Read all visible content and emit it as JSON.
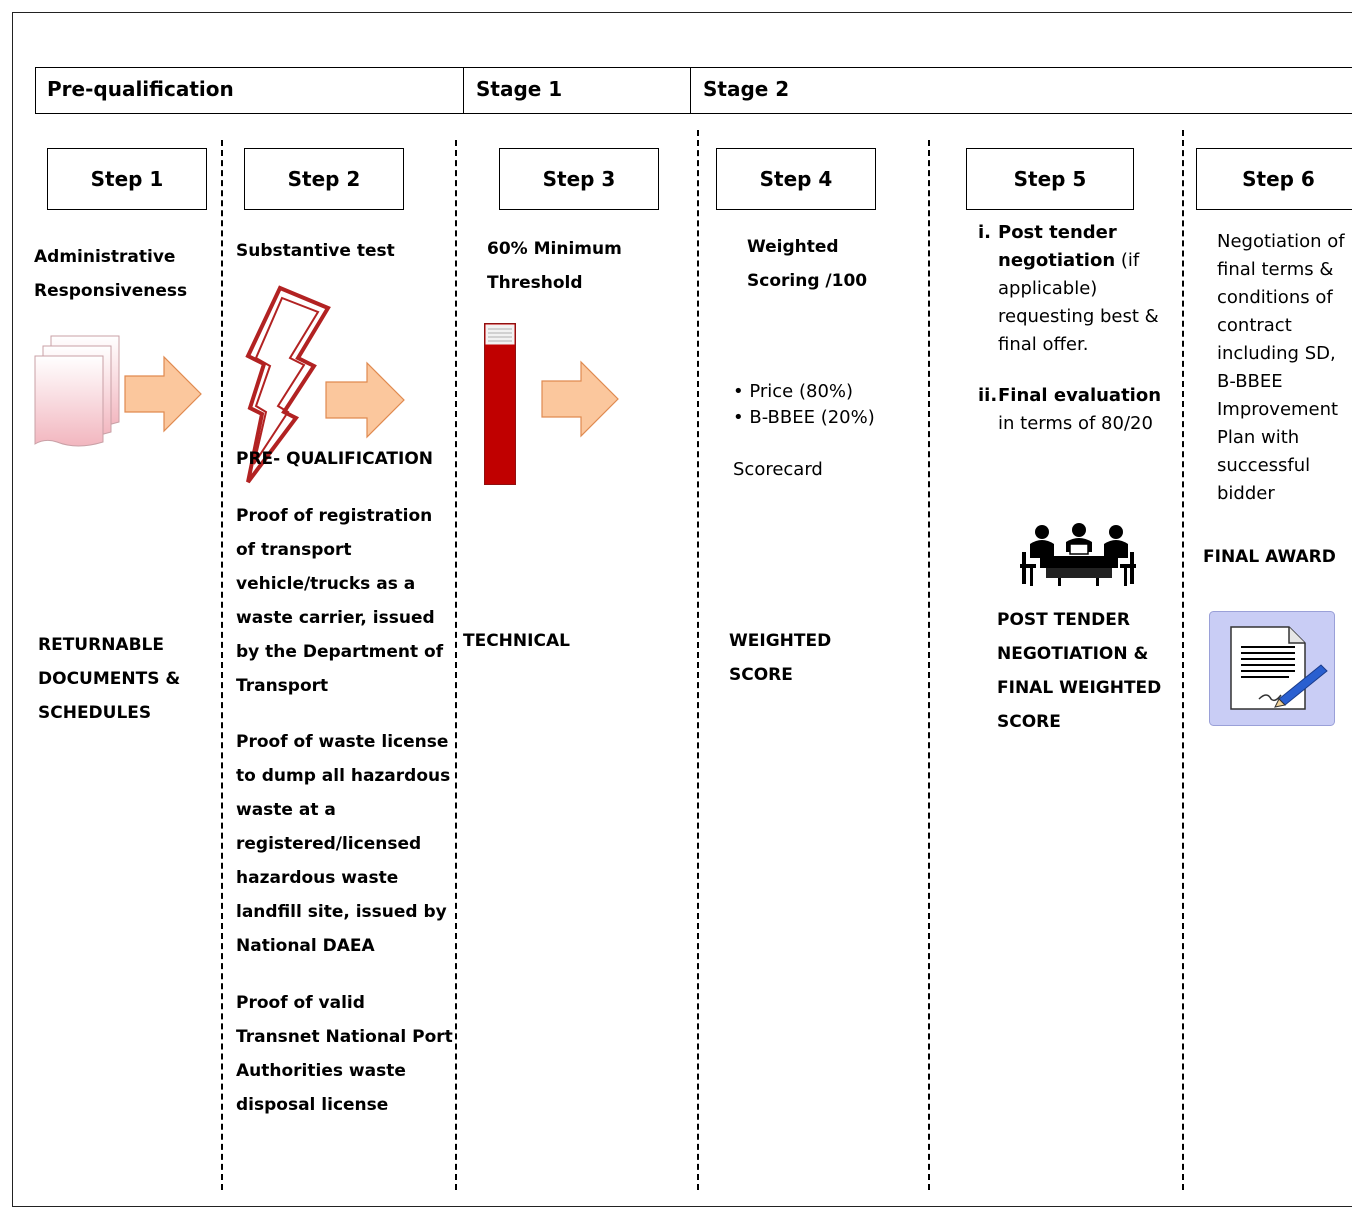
{
  "stages": [
    {
      "label": "Pre-qualification"
    },
    {
      "label": "Stage 1"
    },
    {
      "label": "Stage 2"
    }
  ],
  "steps": [
    {
      "label": "Step 1"
    },
    {
      "label": "Step 2"
    },
    {
      "label": "Step 3"
    },
    {
      "label": "Step 4"
    },
    {
      "label": "Step 5"
    },
    {
      "label": "Step 6"
    }
  ],
  "col1": {
    "heading": "Administrative Responsiveness",
    "bottom": "RETURNABLE DOCUMENTS & SCHEDULES"
  },
  "col2": {
    "heading": "Substantive test",
    "subheading": "PRE- QUALIFICATION",
    "requirements": [
      "Proof of registration of transport vehicle/trucks as a waste carrier, issued by the Department of Transport",
      "Proof of waste license to dump all hazardous waste at a registered/licensed hazardous waste landfill site, issued by National DAEA",
      "Proof of valid Transnet National Port Authorities waste disposal license"
    ]
  },
  "col3": {
    "heading": "60% Minimum Threshold",
    "bottom": "TECHNICAL"
  },
  "col4": {
    "heading": "Weighted Scoring /100",
    "bullets": [
      "Price (80%)",
      "B-BBEE (20%)"
    ],
    "scorecard": "Scorecard",
    "bottom": "WEIGHTED SCORE"
  },
  "col5": {
    "item1_marker": "i.",
    "item1_bold": "Post tender negotiation",
    "item1_rest": "(if applicable) requesting best & final offer.",
    "item2_marker": "ii.",
    "item2_bold": "Final evaluation",
    "item2_rest": "in terms of 80/20",
    "bottom": "POST TENDER NEGOTIATION & FINAL WEIGHTED SCORE"
  },
  "col6": {
    "text": "Negotiation of final terms & conditions of contract including SD, B-BBEE Improvement Plan with successful bidder",
    "award": "FINAL AWARD"
  },
  "colors": {
    "arrow_fill": "#fbc79d",
    "arrow_stroke": "#e08a50",
    "threshold_bar": "#c00000",
    "lightning": "#b22222",
    "document_pink": "#f4c6cc",
    "award_bg": "#c9cdf5"
  },
  "icons": [
    "documents-icon",
    "lightning-icon",
    "threshold-bar-icon",
    "meeting-icon",
    "signed-document-icon",
    "arrow-icon"
  ]
}
